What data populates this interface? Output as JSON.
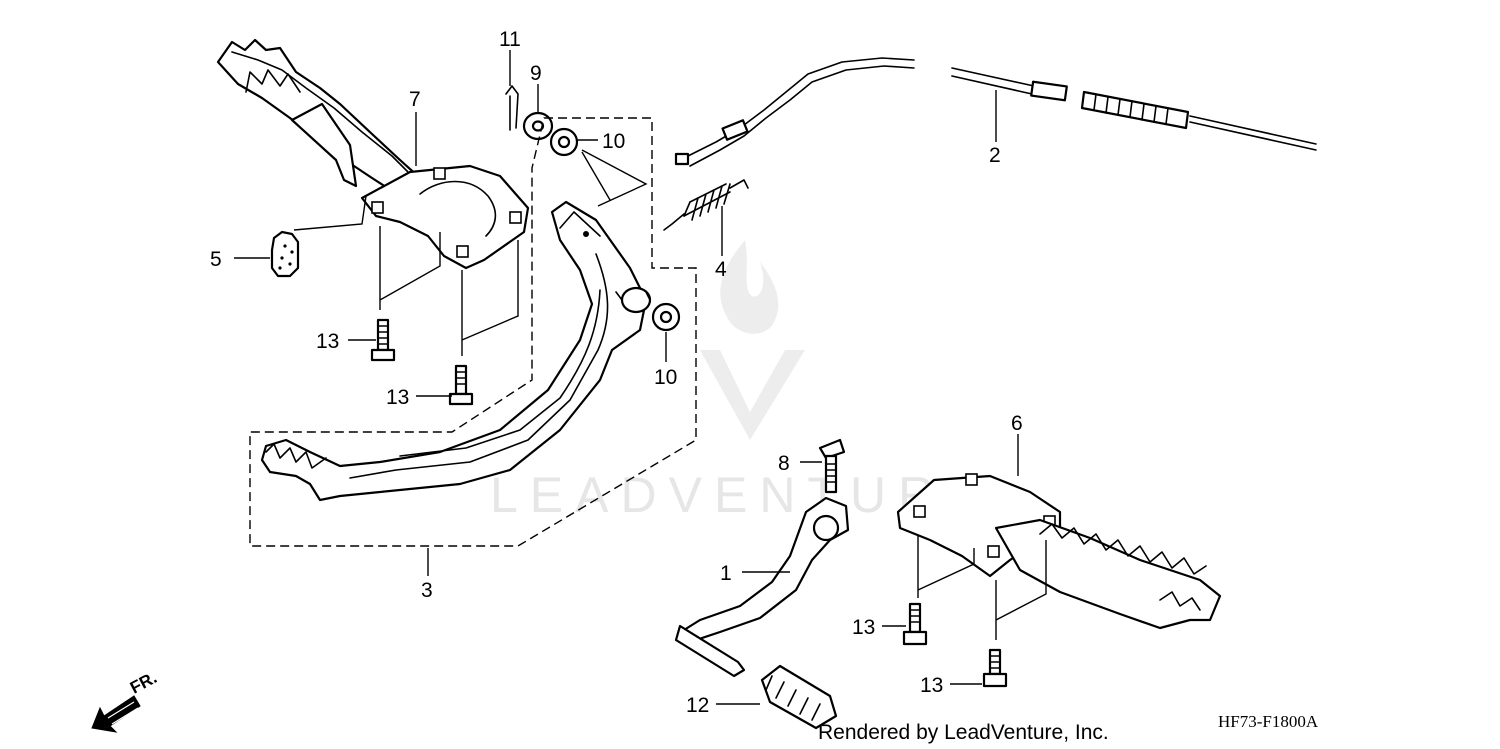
{
  "diagram": {
    "callouts": [
      {
        "id": "c11",
        "label": "11"
      },
      {
        "id": "c9",
        "label": "9"
      },
      {
        "id": "c7",
        "label": "7"
      },
      {
        "id": "c10a",
        "label": "10"
      },
      {
        "id": "c5",
        "label": "5"
      },
      {
        "id": "c13a",
        "label": "13"
      },
      {
        "id": "c13b",
        "label": "13"
      },
      {
        "id": "c10b",
        "label": "10"
      },
      {
        "id": "c2",
        "label": "2"
      },
      {
        "id": "c4",
        "label": "4"
      },
      {
        "id": "c3",
        "label": "3"
      },
      {
        "id": "c8",
        "label": "8"
      },
      {
        "id": "c6",
        "label": "6"
      },
      {
        "id": "c1",
        "label": "1"
      },
      {
        "id": "c13c",
        "label": "13"
      },
      {
        "id": "c13d",
        "label": "13"
      },
      {
        "id": "c12",
        "label": "12"
      }
    ],
    "direction_label": "FR.",
    "diagram_code": "HF73-F1800A",
    "credit": "Rendered by LeadVenture, Inc.",
    "watermark_text": "LEADVENTURE"
  }
}
